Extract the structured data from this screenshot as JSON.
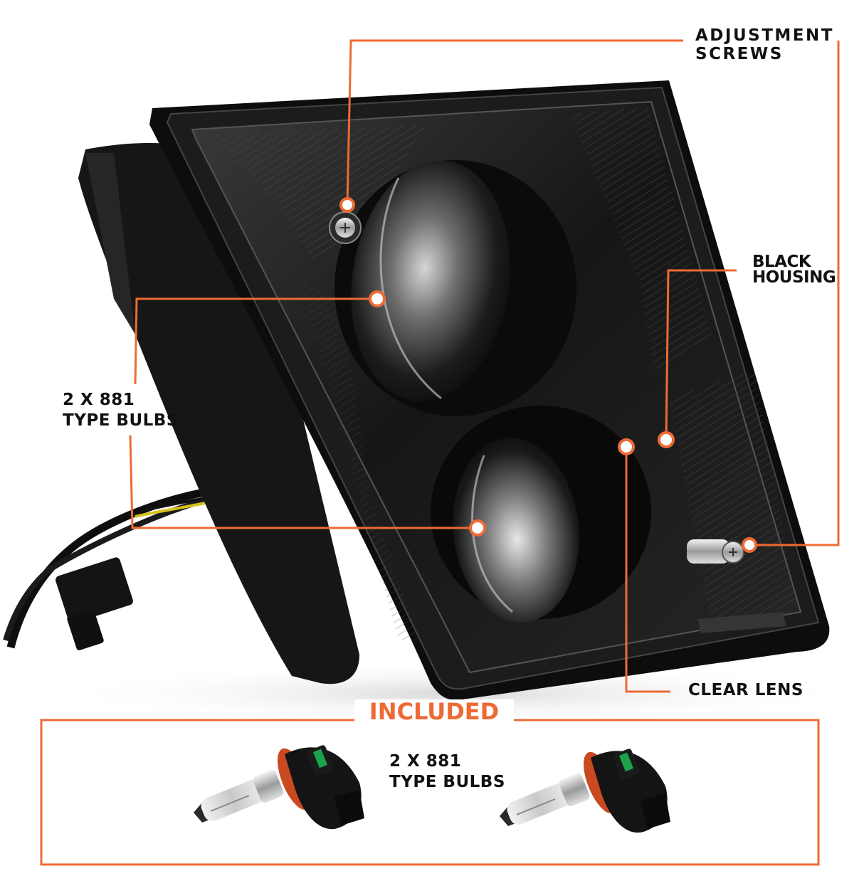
{
  "callouts": {
    "adjustment_screws": [
      "ADJUSTMENT",
      "SCREWS"
    ],
    "black_housing": [
      "BLACK",
      "HOUSING"
    ],
    "type_bulbs": [
      "2 X 881",
      "TYPE BULBS"
    ],
    "clear_lens": "CLEAR LENS"
  },
  "included": {
    "title": "INCLUDED",
    "item": [
      "2 X 881",
      "TYPE BULBS"
    ]
  },
  "colors": {
    "accent": "#ee6a34",
    "housing": "#121212",
    "text": "#111111"
  }
}
